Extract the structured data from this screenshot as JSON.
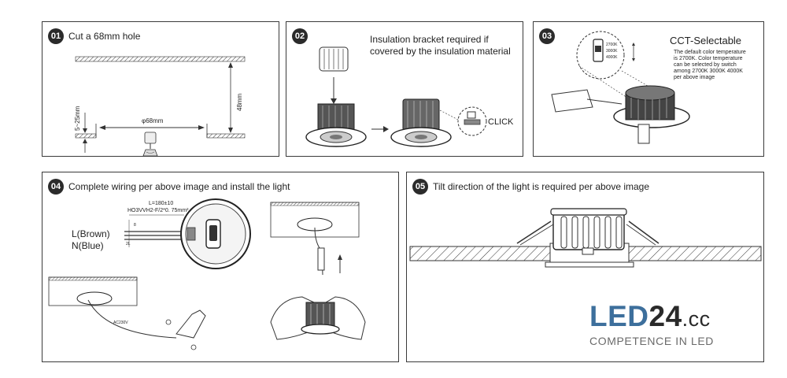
{
  "steps": [
    {
      "number": "01",
      "title": "Cut a 68mm hole"
    },
    {
      "number": "02",
      "title_line1": "Insulation bracket required if",
      "title_line2": "covered by the insulation material"
    },
    {
      "number": "03",
      "title": "CCT-Selectable"
    },
    {
      "number": "04",
      "title": "Complete wiring per above image and install the light"
    },
    {
      "number": "05",
      "title": "Tilt direction of the light is required per above image"
    }
  ],
  "step1": {
    "depth_label": "5~25mm",
    "hole_label": "φ68mm",
    "height_label": "48mm"
  },
  "step2": {
    "click_label": "CLICK"
  },
  "step3": {
    "description_lines": [
      "The default color temperature",
      "is 2700K. Color temperature",
      "can be selected by switch",
      "among 2700K 3000K 4000K",
      "per above image"
    ],
    "switch_labels": [
      "2700K",
      "3000K",
      "4000K"
    ]
  },
  "step4": {
    "cable_length": "L=180±10",
    "cable_spec": "HO3VVH2-F/2*0. 75mm²",
    "live_label": "L(Brown)",
    "neutral_label": "N(Blue)",
    "strip_a": "8",
    "strip_b": "2L",
    "voltage_label": "AC230V"
  },
  "logo": {
    "part1": "LED",
    "part2": "24",
    "part3": ".cc",
    "tagline": "COMPETENCE IN LED"
  }
}
